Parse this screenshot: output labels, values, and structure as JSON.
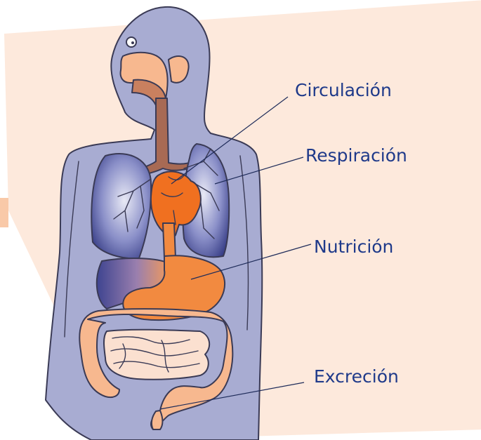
{
  "labels": {
    "circulacion": "Circulación",
    "respiracion": "Respiración",
    "nutricion": "Nutrición",
    "excrecion": "Excreción"
  },
  "colors": {
    "background_panel": "#fde9dc",
    "body": "#a8acd2",
    "organ_peach": "#f7b88f",
    "heart": "#f07020",
    "stomach": "#f28a40",
    "lungs": "#3e4490",
    "label_text": "#1f3a8a"
  }
}
